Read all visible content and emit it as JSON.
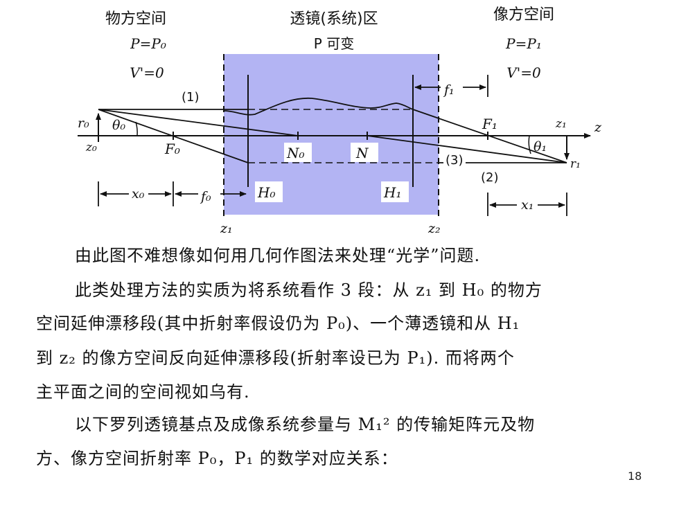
{
  "diagram": {
    "regions": {
      "object_space": {
        "title": "物方空间",
        "p_label": "P=P₀",
        "v_label": "V'=0"
      },
      "lens_region": {
        "title": "透镜(系统)区",
        "p_label": "P 可变"
      },
      "image_space": {
        "title": "像方空间",
        "p_label": "P=P₁",
        "v_label": "V'=0"
      }
    },
    "labels": {
      "ray1": "(1)",
      "ray2": "(2)",
      "ray3": "(3)",
      "r0": "r₀",
      "r1": "r₁",
      "theta0": "θ₀",
      "theta1": "θ₁",
      "z0": "z₀",
      "z_axis": "z",
      "z1_top": "z₁",
      "F0": "F₀",
      "F1": "F₁",
      "N0": "N₀",
      "N1": "N",
      "H0": "H₀",
      "H1": "H₁",
      "x0": "x₀",
      "x1": "x₁",
      "f0": "f₀",
      "f1": "f₁",
      "z1_bottom": "z₁",
      "z2_bottom": "z₂"
    }
  },
  "text": {
    "line1": "由此图不难想像如何用几何作图法来处理“光学”问题.",
    "line2": "此类处理方法的实质为将系统看作 3 段：从 z₁ 到 H₀ 的物方",
    "line3": "空间延伸漂移段(其中折射率假设仍为 P₀)、一个薄透镜和从 H₁",
    "line4": "到 z₂ 的像方空间反向延伸漂移段(折射率设已为 P₁). 而将两个",
    "line5": "主平面之间的空间视如乌有.",
    "line6": "以下罗列透镜基点及成像系统参量与 M₁² 的传输矩阵元及物",
    "line7": "方、像方空间折射率 P₀，P₁ 的数学对应关系："
  },
  "page_number": "18",
  "colors": {
    "lens_fill": "#b3b4f3",
    "ink": "#111111"
  }
}
